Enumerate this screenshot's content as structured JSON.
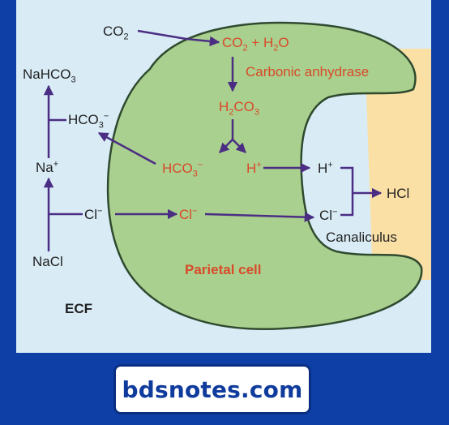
{
  "diagram": {
    "labels": {
      "co2_in": "CO",
      "co2_in_sub": "2",
      "co2_h2o_a": "CO",
      "co2_h2o_sub1": "2",
      "co2_h2o_b": " + H",
      "co2_h2o_sub2": "2",
      "co2_h2o_c": "O",
      "enzyme": "Carbonic anhydrase",
      "h2co3_a": "H",
      "h2co3_sub1": "2",
      "h2co3_b": "CO",
      "h2co3_sub2": "3",
      "hco3_cell": "HCO",
      "hco3_cell_sub": "3",
      "hco3_cell_sup": "−",
      "h_cell": "H",
      "h_cell_sup": "+",
      "h_canal": "H",
      "h_canal_sup": "+",
      "hcl": "HCl",
      "cl_canal": "Cl",
      "cl_canal_sup": "−",
      "canaliculus": "Canaliculus",
      "cl_cell": "Cl",
      "cl_cell_sup": "−",
      "parietal_cell": "Parietal cell",
      "nahco3": "NaHCO",
      "nahco3_sub": "3",
      "hco3_ecf": "HCO",
      "hco3_ecf_sub": "3",
      "hco3_ecf_sup": "−",
      "na": "Na",
      "na_sup": "+",
      "cl_ecf": "Cl",
      "cl_ecf_sup": "−",
      "nacl": "NaCl",
      "ecf": "ECF"
    },
    "colors": {
      "background": "#d9ecf6",
      "cell_fill": "#a9d08e",
      "cell_stroke": "#2f4a2f",
      "canaliculus_fill": "#fbe0a6",
      "arrow": "#4b2e83",
      "red_text": "#d94a2a",
      "dark_text": "#1f1f1f",
      "page": "#0d3fa6"
    }
  },
  "footer": {
    "site": "bdsnotes.com"
  }
}
